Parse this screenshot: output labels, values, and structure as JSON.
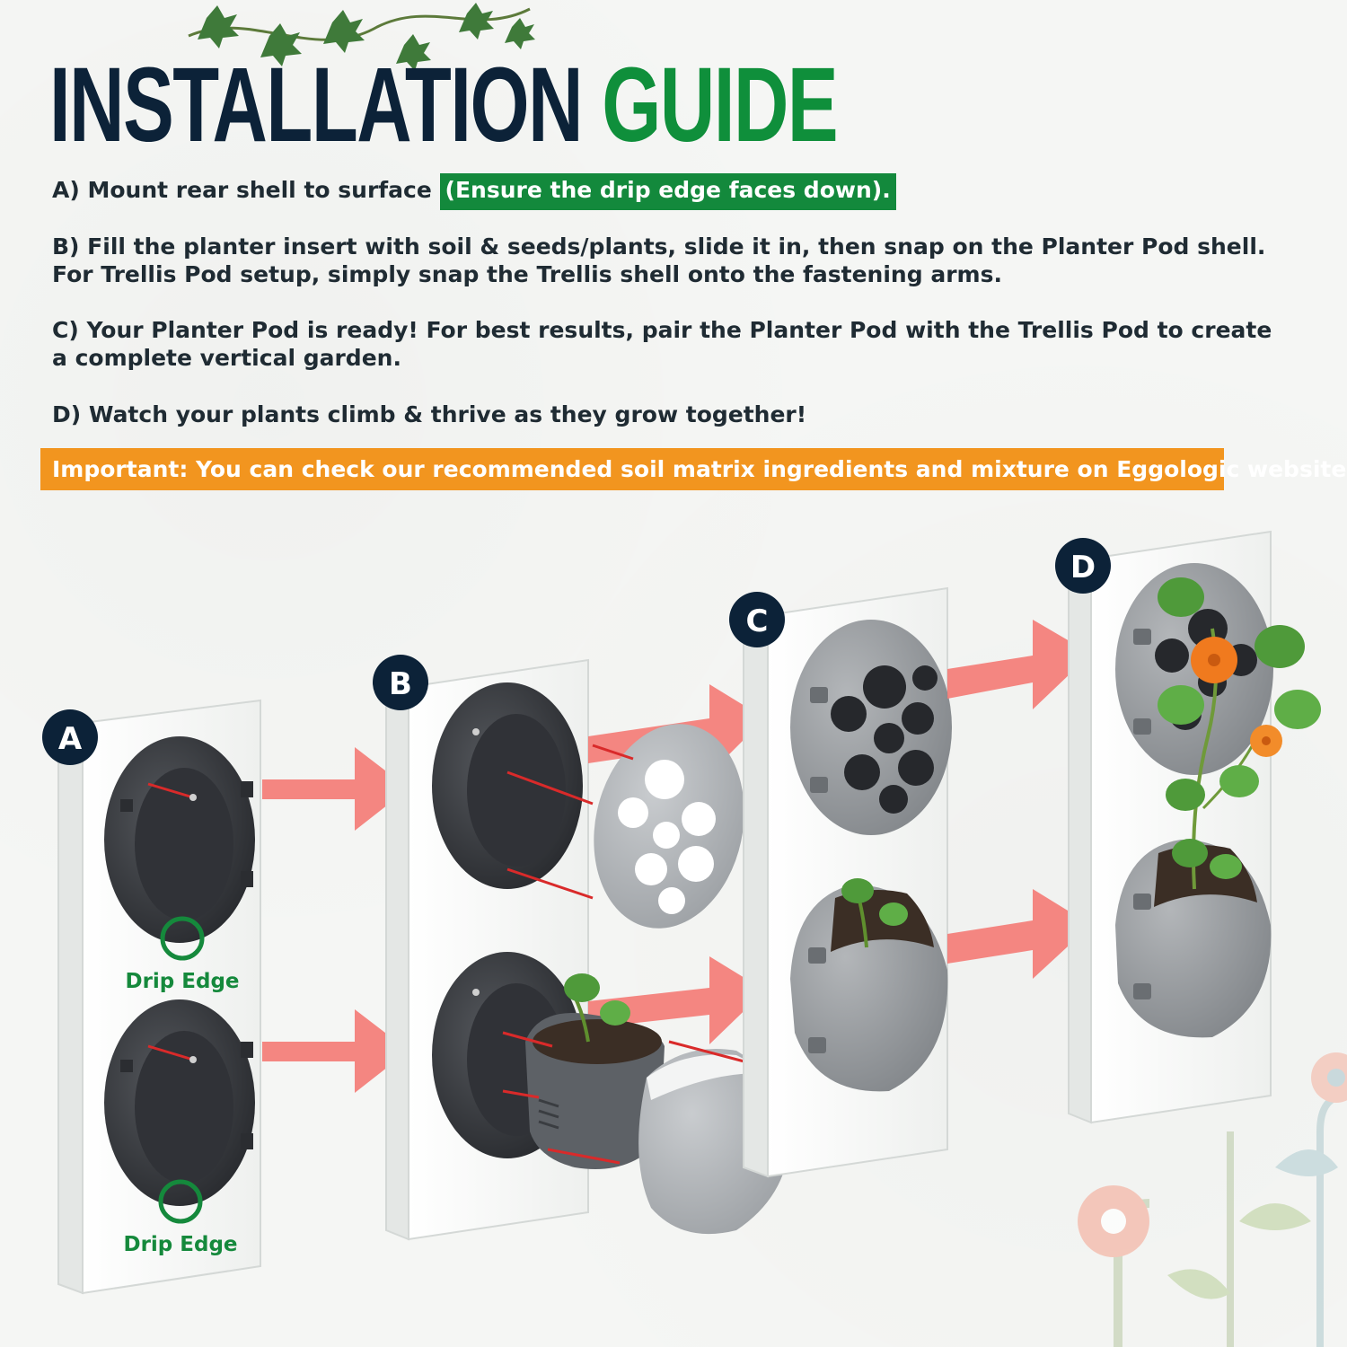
{
  "title": {
    "part1": "INSTALLATION",
    "part2": "GUIDE"
  },
  "steps": {
    "a_text": "A) Mount rear shell to surface",
    "a_highlight": "(Ensure the drip edge faces down).",
    "b": "B) Fill the planter insert with soil & seeds/plants, slide it in, then snap on the Planter Pod shell. For Trellis Pod setup, simply snap the Trellis shell onto the fastening arms.",
    "c": "C) Your Planter Pod is ready! For best results, pair the Planter Pod with the Trellis Pod to create a complete vertical garden.",
    "d": "D) Watch your plants climb & thrive as they grow together!"
  },
  "important": "Important: You can check our recommended soil matrix ingredients and mixture on Eggologic website.",
  "diagram": {
    "badges": [
      "A",
      "B",
      "C",
      "D"
    ],
    "drip_label_top": "Drip Edge",
    "drip_label_bottom": "Drip Edge"
  },
  "colors": {
    "navy": "#0c2238",
    "green": "#0f8f3b",
    "orange": "#f2951f",
    "arrow": "#f47a74",
    "shell_dark": "#2b2d31",
    "shell_light": "#8e9296",
    "leaf": "#4f9a3a",
    "flower": "#f07a1e"
  }
}
